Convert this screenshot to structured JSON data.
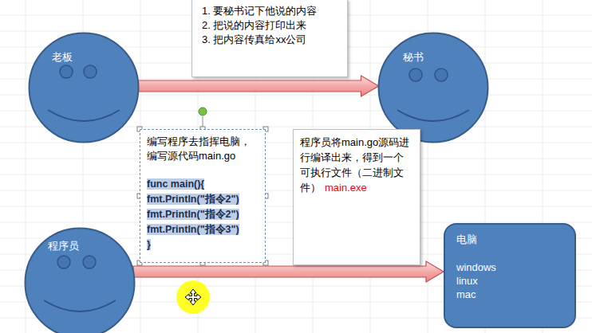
{
  "diagram": {
    "nodes": [
      {
        "text": [
          "老板"
        ]
      },
      {
        "text": [
          "1. 要秘书记下他说的内容",
          "2. 把说的内容打印出来",
          "3. 把内容传真给xx公司"
        ]
      },
      {
        "text": [
          "秘书"
        ]
      },
      {
        "text": [
          "程序员"
        ]
      },
      {
        "text": [
          "编写程序去指挥电脑，编写源代码main.go",
          "func main(){",
          "fmt.Println(\"指令2\")",
          "fmt.Println(\"指令2\")",
          "fmt.Println(\"指令3\")",
          "}"
        ]
      },
      {
        "text": [
          "程序员将main.go源码进行编译出来，得到一个可执行文件（二进制文件）",
          "main.exe"
        ]
      },
      {
        "text": [
          "电脑",
          "windows",
          "linux",
          "mac"
        ]
      }
    ],
    "edges": [
      {
        "from": 0,
        "to": 2,
        "arrow": "to"
      },
      {
        "from": 3,
        "to": 6,
        "arrow": "to"
      }
    ]
  }
}
